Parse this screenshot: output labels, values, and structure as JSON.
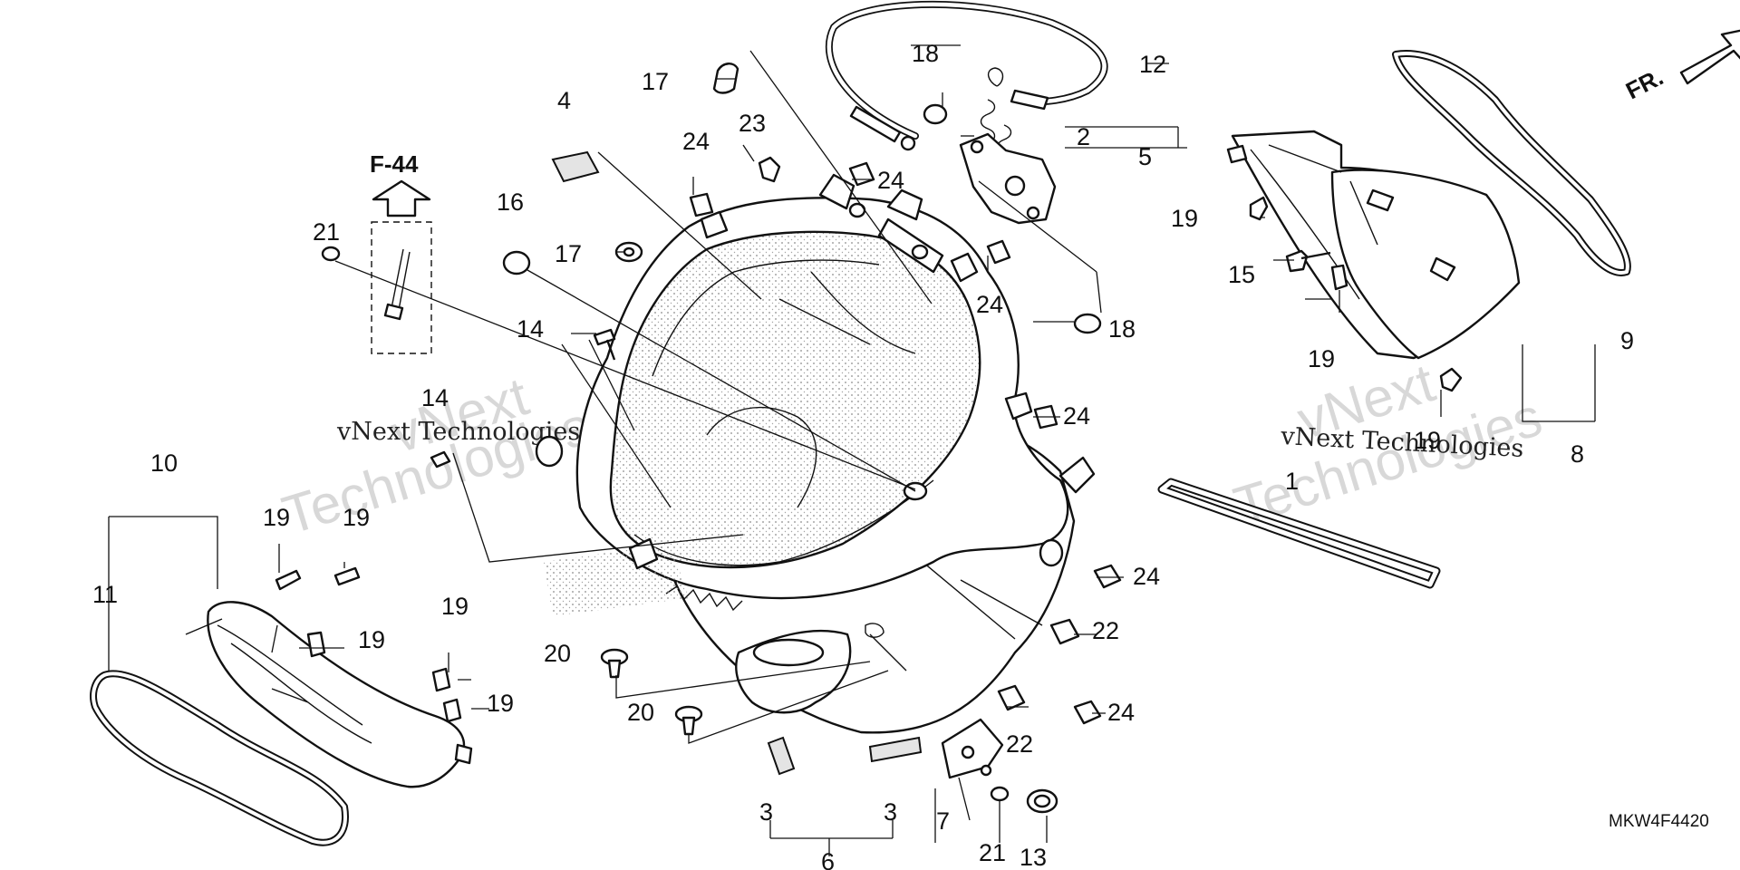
{
  "diagram": {
    "drawing_code": "MKW4F4420",
    "reference_label": "F-44",
    "direction_label": "FR.",
    "watermark": {
      "line1": "vNext",
      "line2": "Technologies",
      "inline": "vNext Technologies"
    },
    "callouts": {
      "c1": "1",
      "c2": "2",
      "c3a": "3",
      "c3b": "3",
      "c4": "4",
      "c5": "5",
      "c6": "6",
      "c7": "7",
      "c8": "8",
      "c9": "9",
      "c10": "10",
      "c11": "11",
      "c12": "12",
      "c13": "13",
      "c14a": "14",
      "c14b": "14",
      "c15": "15",
      "c16": "16",
      "c17a": "17",
      "c17b": "17",
      "c18a": "18",
      "c18b": "18",
      "c19a": "19",
      "c19b": "19",
      "c19c": "19",
      "c19d": "19",
      "c19e": "19",
      "c19f": "19",
      "c19g": "19",
      "c19h": "19",
      "c20a": "20",
      "c20b": "20",
      "c21a": "21",
      "c21b": "21",
      "c22a": "22",
      "c22b": "22",
      "c23": "23",
      "c24a": "24",
      "c24b": "24",
      "c24c": "24",
      "c24d": "24",
      "c24e": "24",
      "c24f": "24"
    }
  }
}
